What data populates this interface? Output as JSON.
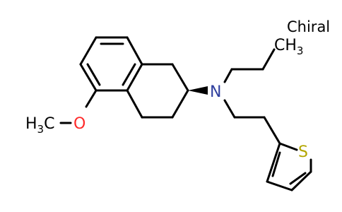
{
  "structure": {
    "chirality_label": "Chiral",
    "atoms": {
      "nitrogen": "N",
      "oxygen": "O",
      "sulfur": "S",
      "methyl_left": {
        "h": "H",
        "sub": "3",
        "c": "C"
      },
      "methyl_top": {
        "c": "CH",
        "sub": "3"
      }
    },
    "colors": {
      "bond": "#000000",
      "nitrogen": "#2f3f9e",
      "oxygen": "#ff2a2a",
      "sulfur": "#b3a600",
      "text": "#000000"
    }
  }
}
